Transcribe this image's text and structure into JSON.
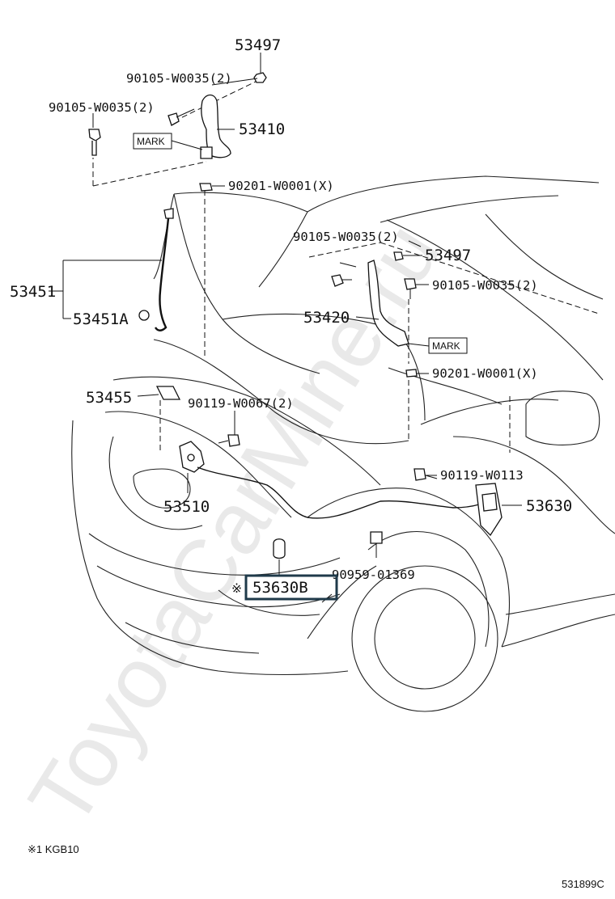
{
  "diagram": {
    "labels": {
      "p53497_top": "53497",
      "p90105_top_a": "90105-W0035(2)",
      "p90105_top_b": "90105-W0035(2)",
      "p53410": "53410",
      "mark_left": "MARK",
      "p90201_top": "90201-W0001(X)",
      "p53451": "53451",
      "p53451A": "53451A",
      "p90105_right_a": "90105-W0035(2)",
      "p53497_right": "53497",
      "p90105_right_b": "90105-W0035(2)",
      "p53420": "53420",
      "mark_right": "MARK",
      "p90201_right": "90201-W0001(X)",
      "p53455": "53455",
      "p90119_w0067": "90119-W0067(2)",
      "p90119_w0113": "90119-W0113",
      "p53510": "53510",
      "p53630": "53630",
      "p90959": "90959-01369",
      "note_mark": "※",
      "p53630B": "53630B"
    },
    "watermark": "ToyotaCarMine.ru",
    "footnote": "※1 KGB10",
    "figure_code": "531899C",
    "highlight_color": "#1f3a4a",
    "ink_color": "#111111"
  }
}
